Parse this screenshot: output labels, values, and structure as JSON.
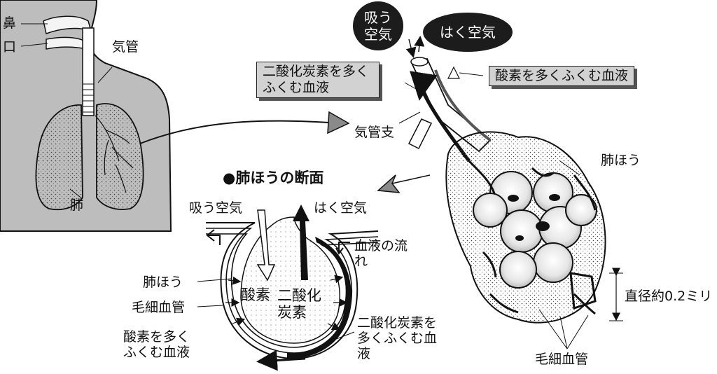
{
  "body_labels": {
    "nose": "鼻",
    "mouth": "口",
    "trachea": "気管",
    "lung": "肺"
  },
  "bronchi_view": {
    "inhaled_air": "吸う空気",
    "exhaled_air": "はく空気",
    "co2_rich_blood": "二酸化炭素を多くふくむ血液",
    "oxygen_rich_blood": "酸素を多くふくむ血液",
    "bronchus": "気管支",
    "alveolus": "肺ほう",
    "diameter": "直径約0.2ミリ",
    "capillaries": "毛細血管"
  },
  "cross_section": {
    "title": "肺ほうの断面",
    "inhaled_air": "吸う空気",
    "exhaled_air": "はく空気",
    "blood_flow": "血液の流れ",
    "alveolus": "肺ほう",
    "capillary": "毛細血管",
    "oxygen_rich_blood": "酸素を多くふくむ血液",
    "oxygen": "酸素",
    "carbon_dioxide": "二酸化炭素",
    "co2_rich_blood": "二酸化炭素を多くふくむ血液"
  }
}
